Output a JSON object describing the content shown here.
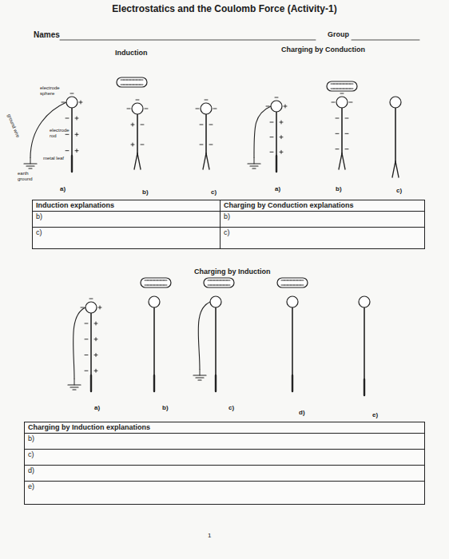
{
  "diagram": {
    "title": "Electrostatics and the Coulomb Force (Activity-1)",
    "nodes": [
      {
        "text": [
          "Induction explanations",
          "b)",
          "c)"
        ]
      },
      {
        "text": [
          "Charging by Conduction explanations",
          "b)",
          "c)"
        ]
      },
      {
        "text": [
          "Charging by Induction explanations",
          "b)",
          "c)",
          "d)",
          "e)"
        ]
      }
    ],
    "labels": [
      "Names",
      "Group",
      "Induction",
      "Charging by Conduction",
      "electrode sphere",
      "ground wire",
      "electrode rod",
      "metal leaf",
      "earth ground",
      "a)",
      "b)",
      "c)",
      "a)",
      "b)",
      "c)",
      "Charging by Induction",
      "a)",
      "b)",
      "c)",
      "d)",
      "e)",
      "1"
    ]
  }
}
